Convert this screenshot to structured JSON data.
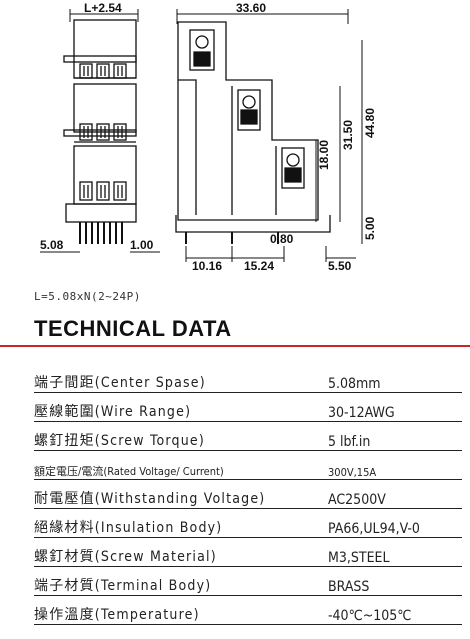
{
  "drawing": {
    "dim_top_left": "L+2.54",
    "dim_top_right": "33.60",
    "dim_pitch": "5.08",
    "dim_pin": "1.00",
    "dim_h1": "31.50",
    "dim_h2": "44.80",
    "dim_h3": "18.00",
    "dim_h4": "5.00",
    "dim_gap": "0.80",
    "dim_b1": "10.16",
    "dim_b2": "15.24",
    "dim_b3": "5.50"
  },
  "formula": "L=5.08xN(2~24P)",
  "section_title": "TECHNICAL DATA",
  "specs": [
    {
      "label": "端子間距(Center Spase)",
      "value": "5.08mm"
    },
    {
      "label": "壓線範圍(Wire Range)",
      "value": "30-12AWG"
    },
    {
      "label": "螺釘扭矩(Screw Torque)",
      "value": "5 lbf.in"
    },
    {
      "label": "額定電压/電流(Rated Voltage/ Current)",
      "value": "300V,15A"
    },
    {
      "label": "耐電壓值(Withstanding Voltage)",
      "value": "AC2500V"
    },
    {
      "label": "絕緣材料(Insulation Body)",
      "value": "PA66,UL94,V-0"
    },
    {
      "label": "螺釘材質(Screw Material)",
      "value": "M3,STEEL"
    },
    {
      "label": "端子材質(Terminal Body)",
      "value": "BRASS"
    },
    {
      "label": "操作溫度(Temperature)",
      "value": "-40℃~105℃"
    }
  ]
}
